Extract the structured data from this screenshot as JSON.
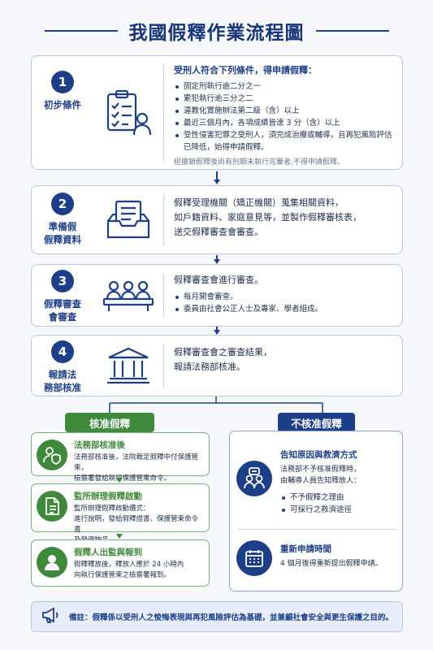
{
  "title": "我國假釋作業流程圖",
  "steps": [
    {
      "num": "1",
      "name": "初步條件",
      "body_title": "受刑人符合下列條件，得申請假釋：",
      "bullets": [
        "固定刑執行逾二分之一",
        "累犯執行逾三分之二",
        "違教化實施辦法第二級（含）以上",
        "最近三個月內，各項成績皆達 3 分（含）以上",
        "受性侵害犯罪之受刑人，須完成治療或輔導，且再犯風險評估\n已降低，始得申請假釋。"
      ],
      "note": "經撤銷假釋後尚有刑期未執行完畢者,不得申請假釋。"
    },
    {
      "num": "2",
      "name": "準備假\n假釋資料",
      "body_main": "假釋受理機關（矯正機關）蒐集相關資料，\n如戶籍資料、家庭意見等，並製作假釋審核表，\n送交假釋審查會審查。"
    },
    {
      "num": "3",
      "name": "假釋審查\n會審查",
      "body_main": "假釋審查會進行審查。",
      "bullets": [
        "每月開會審查。",
        "委員由社會公正人士及專家、學者組成。"
      ]
    },
    {
      "num": "4",
      "name": "報請法\n務部核准",
      "body_main": "假釋審查會之審查結果，\n報請法務部核准。"
    }
  ],
  "approve": {
    "label": "核准假釋",
    "cards": [
      {
        "title": "法務部核准後",
        "desc": "法務部核准後，法院裁定假釋中付保護管束，\n檢察署發給執行保護管束命令。"
      },
      {
        "title": "監所辦理假釋啟動",
        "desc": "監所辦理假釋啟動儀式：\n進行說明，發給假釋證書、保護管束命令書\n及發還物品。"
      },
      {
        "title": "假釋人出監與報到",
        "desc": "假釋釋放後，釋放人應於 24 小時內\n向執行保護管束之檢察署報到。"
      }
    ]
  },
  "reject": {
    "label": "不核准假釋",
    "section1": {
      "title": "告知原因與救濟方式",
      "desc": "法務部不予核准假釋時，\n由輔導人員告知釋放人：",
      "bullets": [
        "不予假釋之理由",
        "可採行之救濟途徑"
      ]
    },
    "section2": {
      "title": "重新申請時間",
      "desc": "4 個月後得重新提出假釋申請。"
    }
  },
  "footer_note": "備註：假釋係以受刑人之悛悔表現與再犯風險評估為基礎，並兼顧社會安全與更生保護之目的。",
  "colors": {
    "primary": "#1d3f8a",
    "green": "#3f8a3a",
    "background": "#f6f8fc"
  }
}
